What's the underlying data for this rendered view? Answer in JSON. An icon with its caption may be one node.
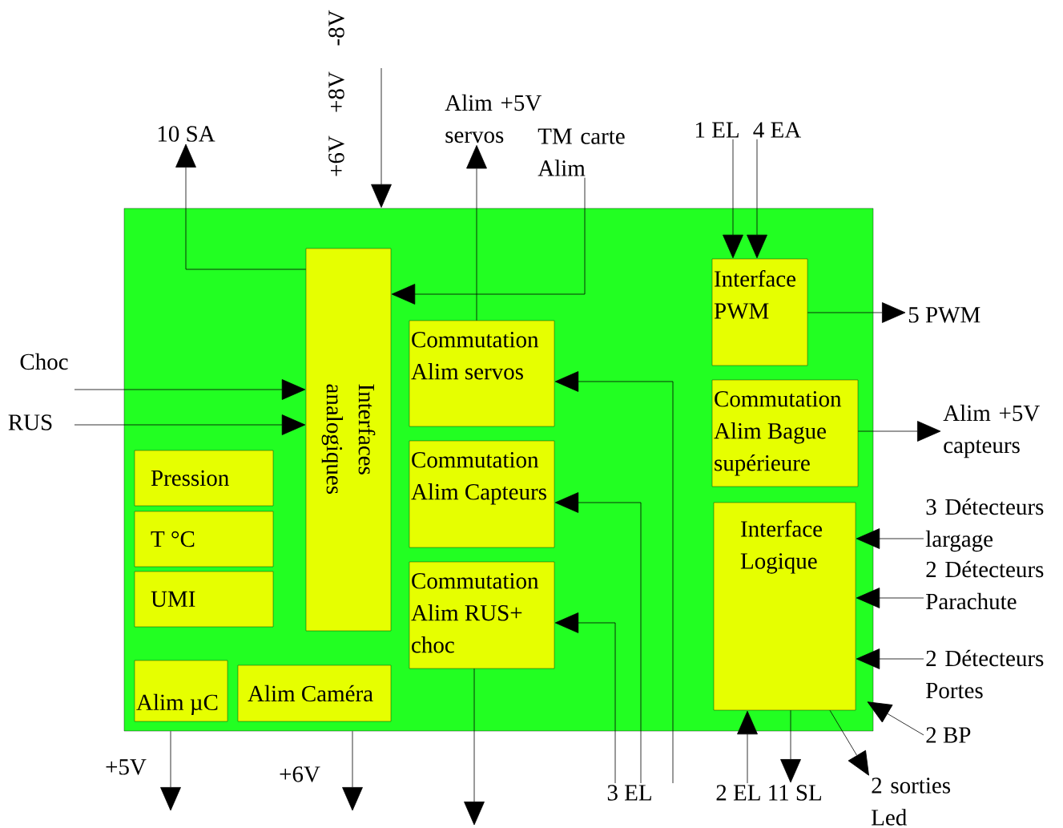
{
  "diagram": {
    "nodes": [
      {
        "text": [],
        "shape": "box"
      },
      {
        "text": [
          "Interfaces analogiques"
        ],
        "in": 0
      },
      {
        "text": [
          "Commutation Alim servos"
        ],
        "in": 0
      },
      {
        "text": [
          "Commutation Alim Capteurs"
        ],
        "in": 0
      },
      {
        "text": [
          "Commutation Alim RUS+ choc"
        ],
        "in": 0
      },
      {
        "text": [
          "Interface PWM"
        ],
        "in": 0
      },
      {
        "text": [
          "Commutation Alim Bague supérieure"
        ],
        "in": 0
      },
      {
        "text": [
          "Interface Logique"
        ],
        "in": 0
      },
      {
        "text": [
          "Pression"
        ],
        "in": 0
      },
      {
        "text": [
          "T °C"
        ],
        "in": 0
      },
      {
        "text": [
          "UMI"
        ],
        "in": 0
      },
      {
        "text": [
          "Alim µC"
        ],
        "in": 0
      },
      {
        "text": [
          "Alim Caméra"
        ],
        "in": 0
      },
      {
        "text": [
          "10 SA"
        ]
      },
      {
        "text": [
          "Alim +5V servos"
        ]
      },
      {
        "text": [
          "TM carte Alim"
        ]
      },
      {
        "text": [
          "1 EL"
        ]
      },
      {
        "text": [
          "4 EA"
        ]
      },
      {
        "text": [
          "5 PWM"
        ]
      },
      {
        "text": [
          "Alim +5V capteurs"
        ]
      },
      {
        "text": [
          "3 Détecteurs largage"
        ]
      },
      {
        "text": [
          "2 Détecteurs Parachute"
        ]
      },
      {
        "text": [
          "2 Détecteurs Portes"
        ]
      },
      {
        "text": [
          "2 BP"
        ]
      },
      {
        "text": [
          "2 sorties Led"
        ]
      },
      {
        "text": [
          "2 EL 11 SL"
        ]
      },
      {
        "text": [
          "3 EL"
        ]
      }
    ],
    "edges": [
      {
        "from": 1,
        "to": 13,
        "arrow": "to"
      },
      {
        "from": 2,
        "to": 14,
        "arrow": "to"
      },
      {
        "from": 15,
        "to": 1,
        "arrow": "to"
      },
      {
        "from": null,
        "to": 0,
        "arrow": "to"
      },
      {
        "from": null,
        "to": 1,
        "arrow": "to"
      },
      {
        "from": null,
        "to": 1,
        "arrow": "to"
      },
      {
        "from": 16,
        "to": 5,
        "arrow": "to"
      },
      {
        "from": 17,
        "to": 5,
        "arrow": "to"
      },
      {
        "from": 5,
        "to": 18,
        "arrow": "to"
      },
      {
        "from": 6,
        "to": 19,
        "arrow": "to"
      },
      {
        "from": 26,
        "to": 2,
        "arrow": "to"
      },
      {
        "from": 26,
        "to": 3,
        "arrow": "to"
      },
      {
        "from": 26,
        "to": 4,
        "arrow": "to"
      },
      {
        "from": 20,
        "to": 7,
        "arrow": "to"
      },
      {
        "from": 21,
        "to": 7,
        "arrow": "to"
      },
      {
        "from": 22,
        "to": 7,
        "arrow": "to"
      },
      {
        "from": 23,
        "to": 7,
        "arrow": "to"
      },
      {
        "from": 7,
        "to": 24,
        "arrow": "to"
      },
      {
        "from": 25,
        "to": 7,
        "arrow": "to"
      },
      {
        "from": 7,
        "to": 25,
        "arrow": "to"
      },
      {
        "from": 4,
        "to": null,
        "arrow": "to"
      },
      {
        "from": 0,
        "to": null,
        "arrow": "to"
      },
      {
        "from": 0,
        "to": null,
        "arrow": "to"
      }
    ],
    "labels": [
      "-8V",
      "+8V",
      "+6V",
      "Choc",
      "RUS",
      "+5V",
      "+6V"
    ]
  }
}
